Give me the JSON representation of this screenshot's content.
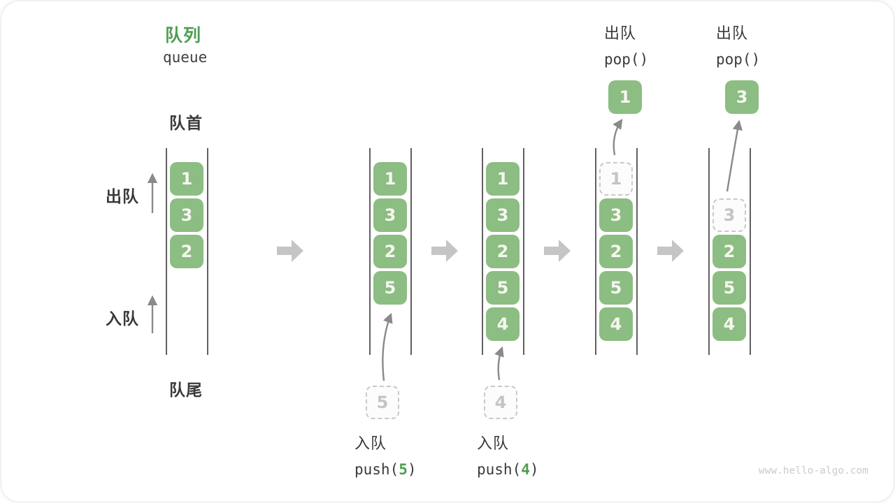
{
  "title": {
    "zh": "队列",
    "en": "queue"
  },
  "side_labels": {
    "front": "队首",
    "rear": "队尾",
    "dequeue": "出队",
    "enqueue": "入队"
  },
  "colors": {
    "item_green": "#8CBD82",
    "accent_green": "#4E9E52",
    "text_dark": "#3A3A3A",
    "muted_gray": "#C4C4C4",
    "arrow_gray": "#8A8A8A",
    "transition_arrow_gray": "#C5C5C5"
  },
  "watermark": "www.hello-algo.com",
  "states": [
    {
      "slots": [
        "1",
        "3",
        "2"
      ]
    },
    {
      "slots": [
        "1",
        "3",
        "2",
        "5"
      ],
      "staging": {
        "value": "5"
      },
      "op": {
        "label": "入队",
        "fn": "push(",
        "arg": "5",
        "close": ")"
      }
    },
    {
      "slots": [
        "1",
        "3",
        "2",
        "5",
        "4"
      ],
      "staging": {
        "value": "4"
      },
      "op": {
        "label": "入队",
        "fn": "push(",
        "arg": "4",
        "close": ")"
      }
    },
    {
      "slots": [
        {
          "v": "1",
          "dashed": true
        },
        "3",
        "2",
        "5",
        "4"
      ],
      "pop": {
        "label": "出队",
        "code": "pop()",
        "value": "1"
      }
    },
    {
      "slots": [
        null,
        {
          "v": "3",
          "dashed": true
        },
        "2",
        "5",
        "4"
      ],
      "pop": {
        "label": "出队",
        "code": "pop()",
        "value": "3"
      }
    }
  ]
}
